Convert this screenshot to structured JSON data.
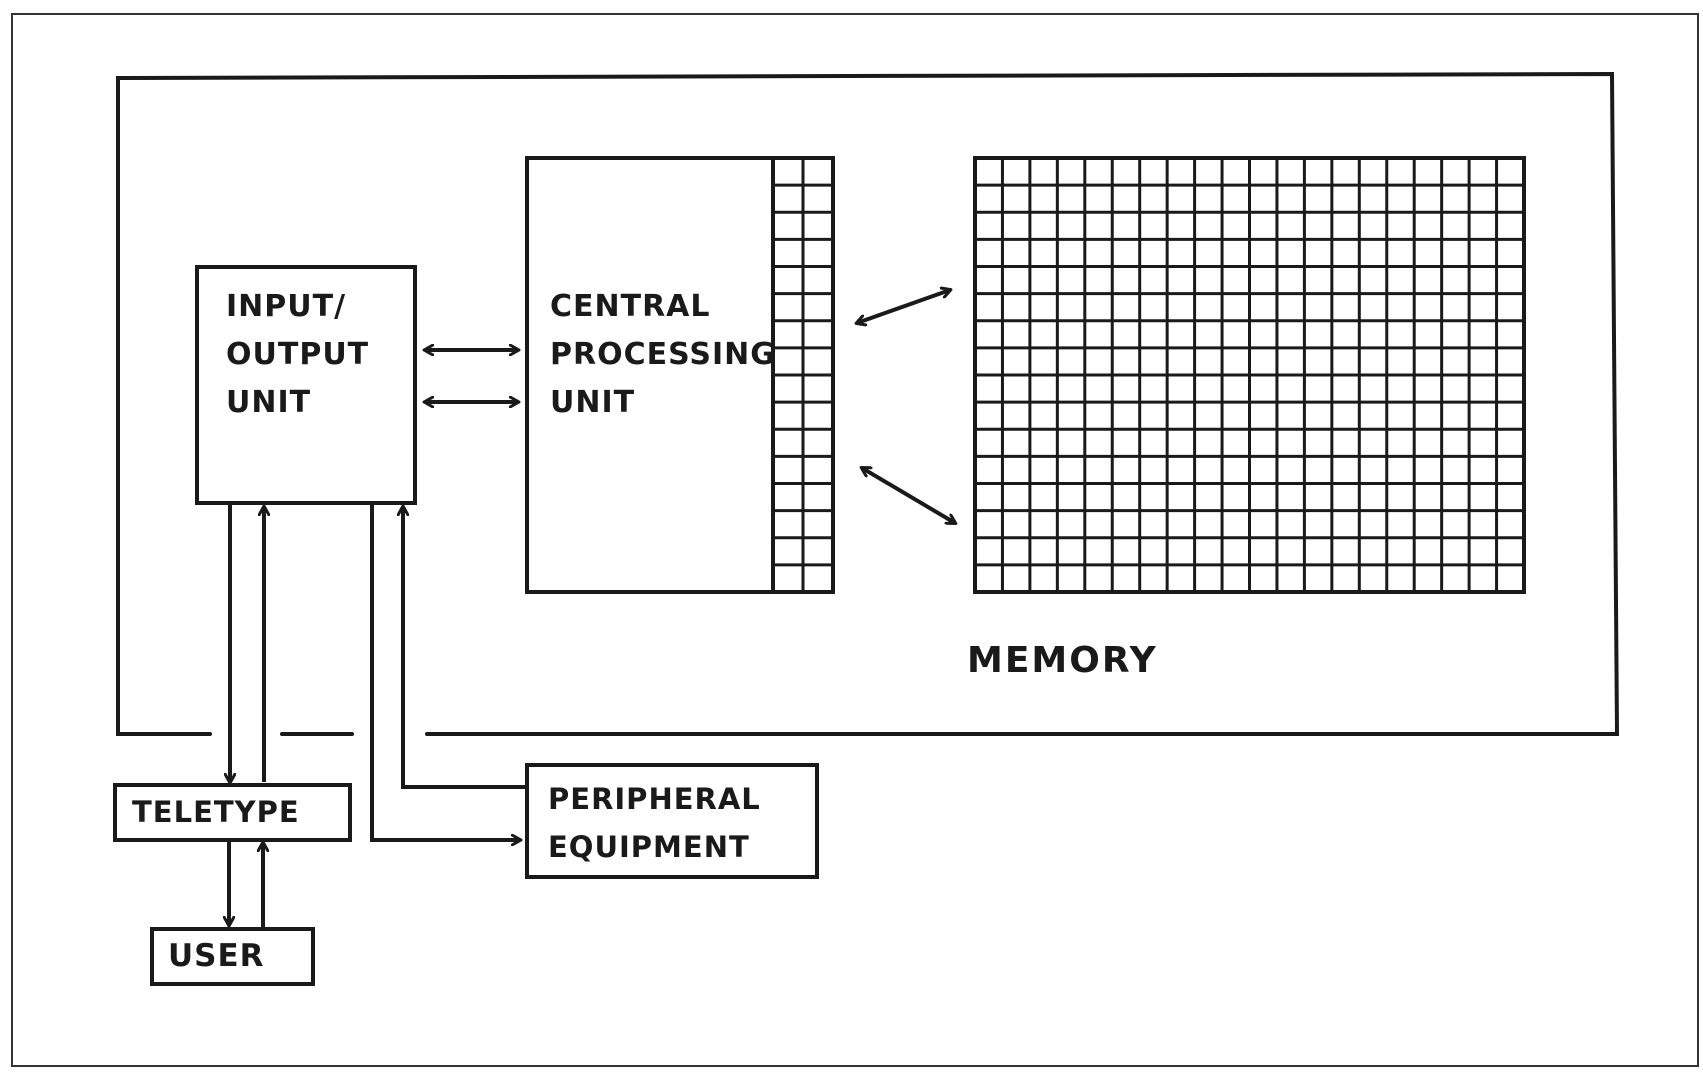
{
  "diagram": {
    "io_unit": {
      "lines": [
        "INPUT/",
        "OUTPUT",
        "UNIT"
      ]
    },
    "cpu": {
      "lines": [
        "CENTRAL",
        "PROCESSING",
        "UNIT"
      ]
    },
    "memory": {
      "label": "MEMORY"
    },
    "teletype": {
      "label": "TELETYPE"
    },
    "user": {
      "label": "USER"
    },
    "peripheral": {
      "lines": [
        "PERIPHERAL",
        "EQUIPMENT"
      ]
    }
  },
  "colors": {
    "ink": "#1a1a1a",
    "paper": "#ffffff"
  }
}
